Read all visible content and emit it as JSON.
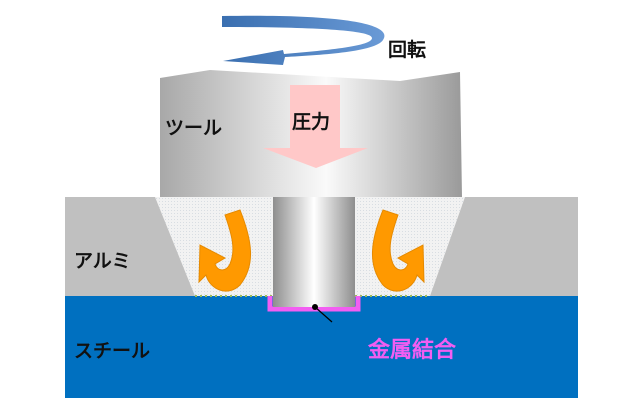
{
  "labels": {
    "rotation": "回転",
    "pressure": "圧力",
    "tool": "ツール",
    "aluminum": "アルミ",
    "steel": "スチール",
    "metal_bond": "金属結合"
  },
  "colors": {
    "steel": "#0070c0",
    "bond": "#f25ef2",
    "flow_arrow": "#ff9900",
    "rotation_arrow": "#4f81bd",
    "pressure_arrow": "#ffc8c8"
  }
}
